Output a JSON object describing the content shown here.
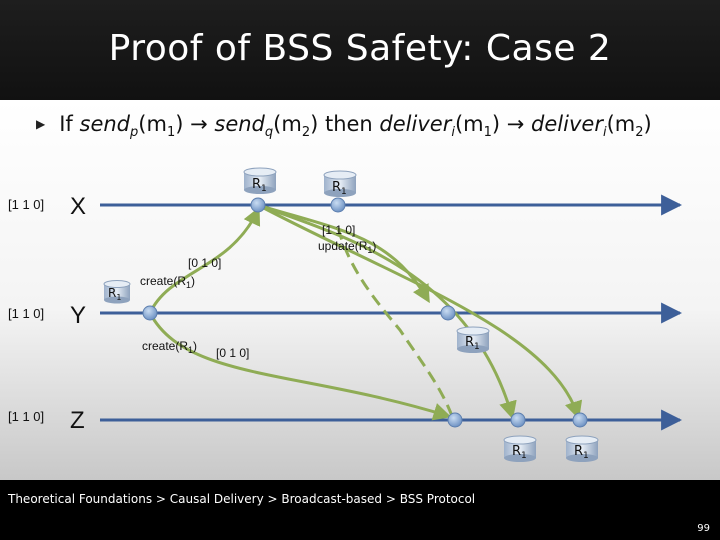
{
  "slide": {
    "title": "Proof of BSS Safety: Case 2",
    "bullet": {
      "prefix": "If ",
      "send_p": "send",
      "p": "p",
      "m1a": "(m",
      "one_a": "1",
      "close_a": ")",
      "arrow1": " → ",
      "send_q": "send",
      "q": "q",
      "m2a": "(m",
      "two_a": "2",
      "close_b": ")",
      "then": " then ",
      "deliver_1": "deliver",
      "i1": "i",
      "m1b": "(m",
      "one_b": "1",
      "close_c": ")",
      "arrow2": " → ",
      "deliver_2": "deliver",
      "i2": "i",
      "m2b": "(m",
      "two_b": "2",
      "close_d": ")"
    },
    "breadcrumb": "Theoretical Foundations > Causal Delivery > Broadcast-based > BSS Protocol",
    "page_number": "99"
  },
  "diagram": {
    "processes": [
      {
        "name": "X",
        "vector": "[1 1 0]"
      },
      {
        "name": "Y",
        "vector": "[1 1 0]"
      },
      {
        "name": "Z",
        "vector": "[1 1 0]"
      }
    ],
    "message_label": "R",
    "message_sub": "1",
    "annotations": {
      "x_vec": "[1 1 0]",
      "x_update": "update(R",
      "y_vec_top": "[0 1 0]",
      "y_create_top": "create(R",
      "y_create_bottom": "create(R",
      "y_vec_bottom": "[0 1 0]",
      "close": ")"
    },
    "colors": {
      "line": "#3d5f99",
      "message": "#8fac55",
      "node": "#8fb1d9"
    }
  }
}
